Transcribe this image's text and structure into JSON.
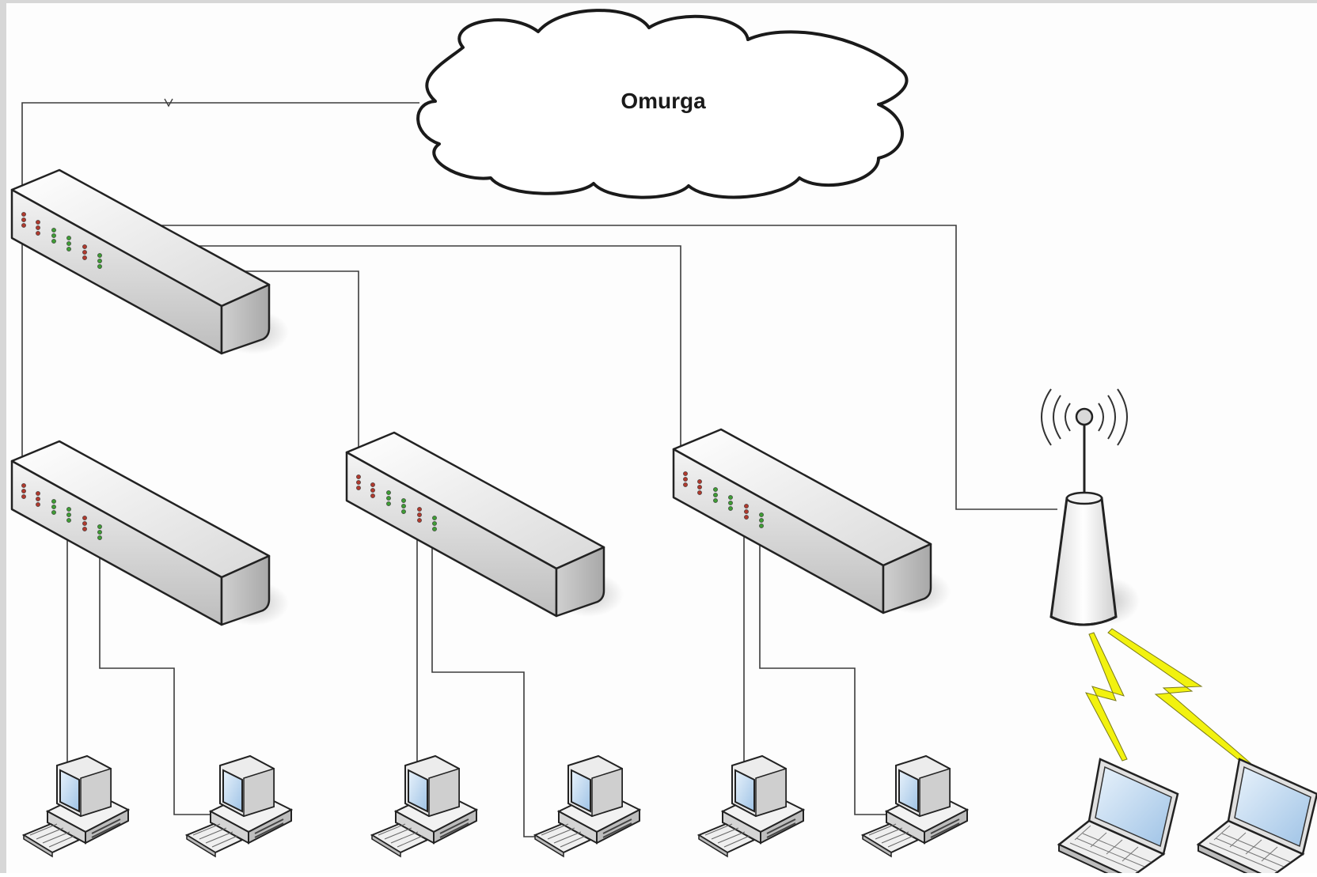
{
  "backbone": {
    "label": "Omurga"
  },
  "devices": {
    "core_switch": "switch-core",
    "access_switches": [
      "switch-1",
      "switch-2",
      "switch-3"
    ],
    "access_point": "wireless-ap",
    "desktops_per_switch": 2,
    "laptops": 2
  },
  "colors": {
    "line": "#3c3c3c",
    "switch_face": "#e6e6e6",
    "switch_side": "#cfcfcf",
    "led_green": "#3f9c35",
    "led_red": "#b03a2e",
    "lightning": "#f2f20f",
    "screen": "#bcd6ef"
  }
}
